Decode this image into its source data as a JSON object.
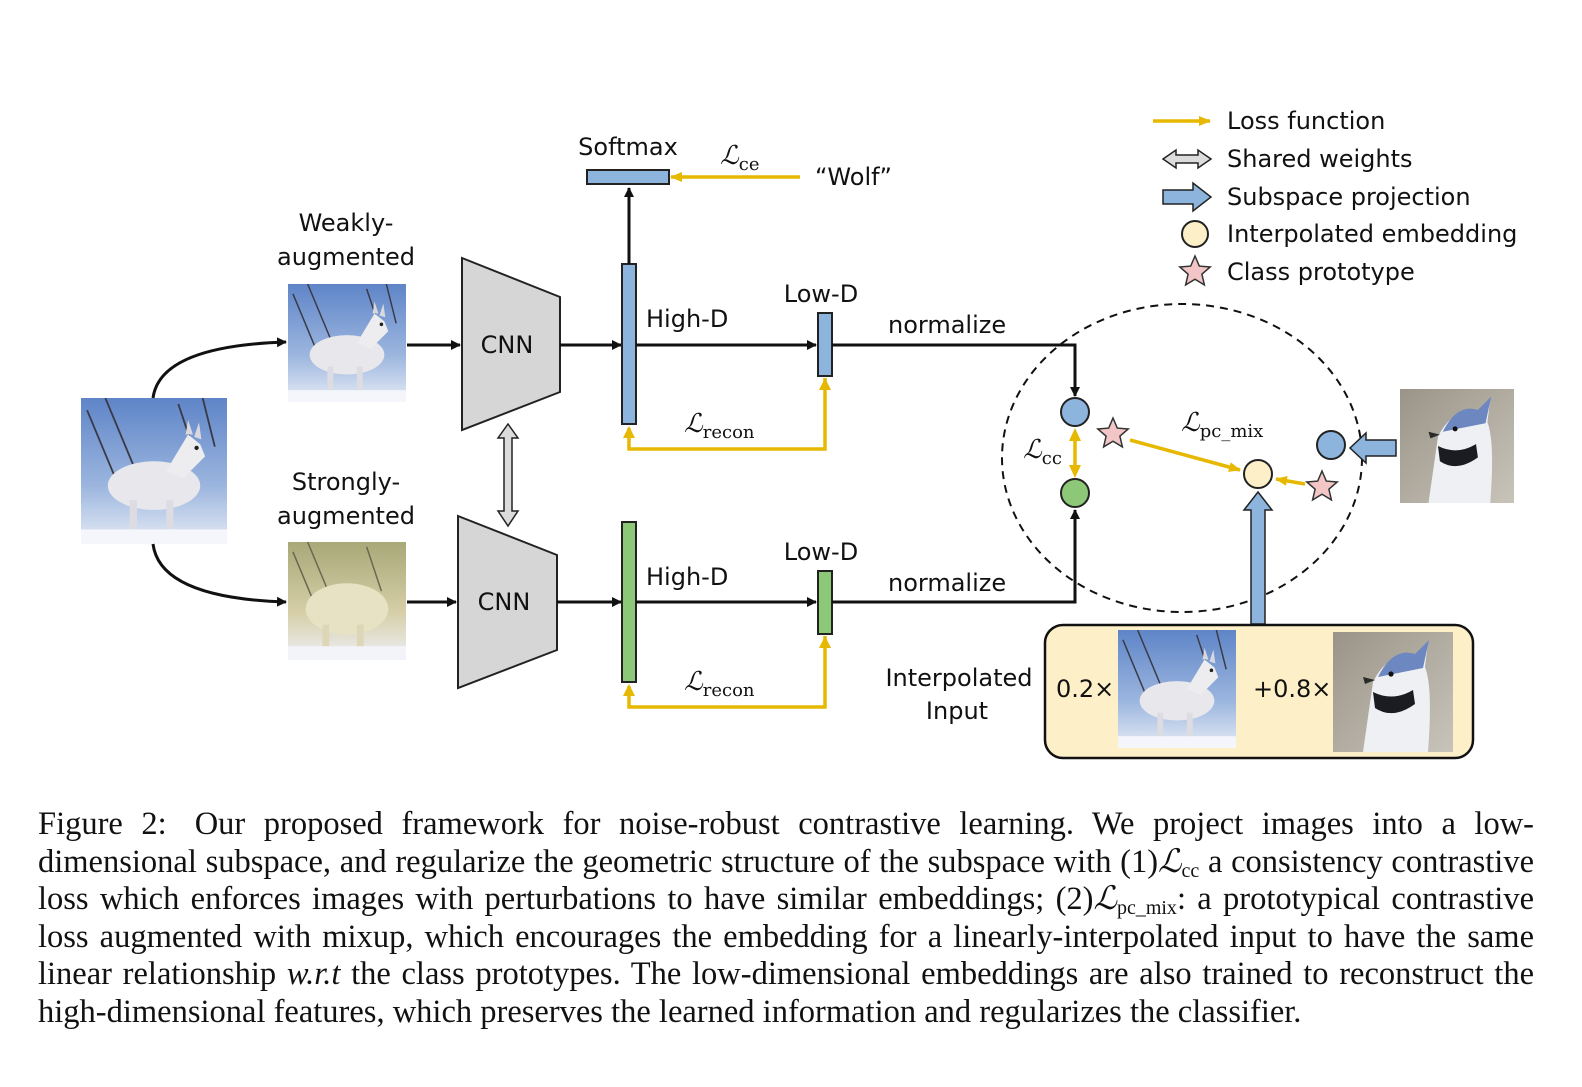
{
  "labels": {
    "weakly_line1": "Weakly-",
    "weakly_line2": "augmented",
    "strongly_line1": "Strongly-",
    "strongly_line2": "augmented",
    "cnn_top": "CNN",
    "cnn_bottom": "CNN",
    "softmax": "Softmax",
    "wolf": "“Wolf”",
    "highd_top": "High-D",
    "highd_bottom": "High-D",
    "lowd_top": "Low-D",
    "lowd_bottom": "Low-D",
    "normalize_top": "normalize",
    "normalize_bottom": "normalize",
    "interp_line1": "Interpolated",
    "interp_line2": "Input",
    "coef_1": "0.2×",
    "coef_2": "+0.8×"
  },
  "losses": {
    "script": "ℒ",
    "ce": "ce",
    "recon_top": "recon",
    "recon_bottom": "recon",
    "cc": "cc",
    "pc_mix": "pc_mix"
  },
  "legend": [
    {
      "icon": "yellow-arrow-icon",
      "label": "Loss function"
    },
    {
      "icon": "double-arrow-icon",
      "label": "Shared weights"
    },
    {
      "icon": "blue-arrow-icon",
      "label": "Subspace projection"
    },
    {
      "icon": "yellow-circle-icon",
      "label": "Interpolated embedding"
    },
    {
      "icon": "pink-star-icon",
      "label": "Class prototype"
    }
  ],
  "colors": {
    "loss_arrow": "#e6b800",
    "blue_bar": "#8cb4dc",
    "green_bar": "#8cc878",
    "interp_box": "#fdf0c8",
    "star": "#f2c6c6",
    "cnn": "#d6d6d6"
  },
  "caption": {
    "label": "Figure 2:",
    "part1": "Our proposed framework for noise-robust contrastive learning. We project images into a low-dimensional subspace, and regularize the geometric structure of the subspace with (1)",
    "script": "ℒ",
    "cc_sub": "cc",
    "part2": " a consistency contrastive loss which enforces images with perturbations to have similar embeddings; (2)",
    "pcmix_sub": "pc_mix",
    "part3": ": a prototypical contrastive loss augmented with mixup, which encourages the embedding for a linearly-interpolated input to have the same linear relationship ",
    "wrt": "w.r.t",
    "part4": " the class prototypes. The low-dimensional embeddings are also trained to reconstruct the high-dimensional features, which preserves the learned information and regularizes the classifier."
  }
}
